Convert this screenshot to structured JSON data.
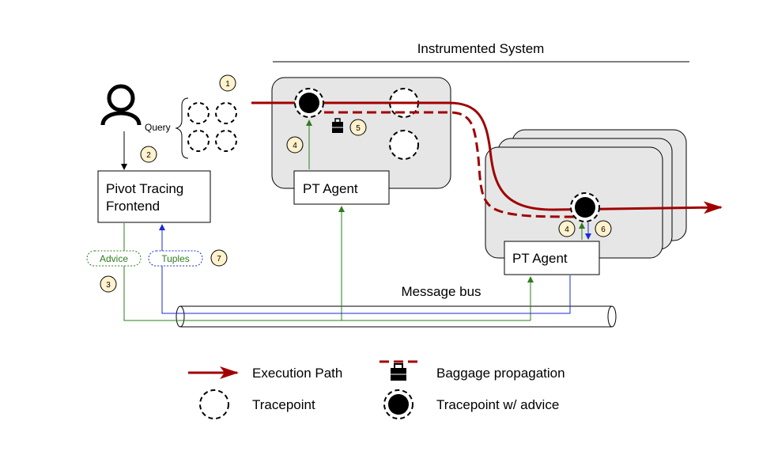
{
  "section_title": "Instrumented System",
  "query_label": "Query",
  "frontend_label_line1": "Pivot Tracing",
  "frontend_label_line2": "Frontend",
  "agent_label_left": "PT Agent",
  "agent_label_right": "PT Agent",
  "advice_label": "Advice",
  "tuples_label": "Tuples",
  "bus_label": "Message bus",
  "steps": {
    "s1": "1",
    "s2": "2",
    "s3": "3",
    "s4a": "4",
    "s4b": "4",
    "s5": "5",
    "s6": "6",
    "s7": "7"
  },
  "legend": {
    "execution_path": "Execution Path",
    "baggage": "Baggage propagation",
    "tracepoint": "Tracepoint",
    "tracepoint_advice": "Tracepoint w/ advice"
  },
  "colors": {
    "execution_path": "#a00000",
    "advice_line": "#2e7d1e",
    "tuples_line": "#1a2bd6",
    "step_badge": "#fff2cc",
    "container": "#e6e6e6"
  },
  "icons": [
    "person-icon",
    "briefcase-icon"
  ]
}
